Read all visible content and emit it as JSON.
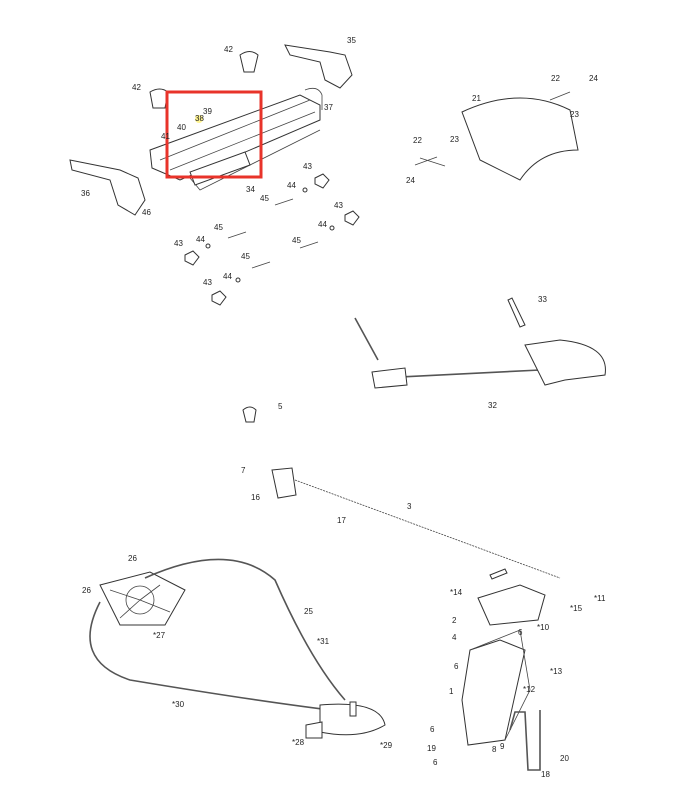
{
  "diagram": {
    "highlight_color": "#e8332a",
    "marker_color": "#fff176",
    "labels": [
      "35",
      "42",
      "42",
      "39",
      "38",
      "40",
      "41",
      "37",
      "36",
      "46",
      "34",
      "43",
      "44",
      "45",
      "43",
      "44",
      "45",
      "45",
      "44",
      "43",
      "45",
      "44",
      "43",
      "21",
      "22",
      "24",
      "23",
      "22",
      "23",
      "24",
      "33",
      "32",
      "5",
      "7",
      "16",
      "17",
      "3",
      "26",
      "26",
      "25",
      "*27",
      "*31",
      "*30",
      "*28",
      "*29",
      "*14",
      "2",
      "*10",
      "*15",
      "*11",
      "4",
      "6",
      "6",
      "*13",
      "*12",
      "1",
      "6",
      "19",
      "6",
      "9",
      "8",
      "20",
      "18"
    ]
  }
}
